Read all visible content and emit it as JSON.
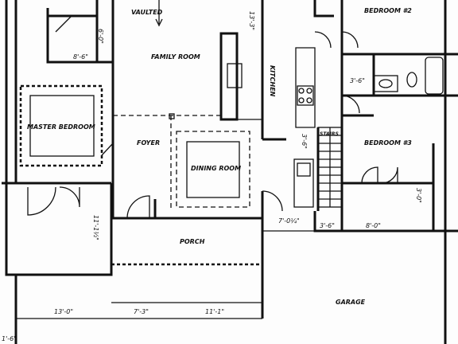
{
  "rooms": {
    "bedroom_2": "BEDROOM #2",
    "vaulted": "VAULTED",
    "family_room": "FAMILY ROOM",
    "kitchen": "KITCHEN",
    "master_bedroom": "MASTER BEDROOM",
    "foyer": "FOYER",
    "dining_room": "DINING ROOM",
    "bedroom_3": "BEDROOM #3",
    "stairs": "STAIRS",
    "porch": "PORCH",
    "garage": "GARAGE"
  },
  "dimensions": {
    "closet_width": "8'-6\"",
    "closet_depth": "6'-0\"",
    "family_depth": "13'-3\"",
    "bath_width": "3'-6\"",
    "pantry": "3'-6\"",
    "master_closet": "11'-1½\"",
    "garage_offset": "7'-0¼\"",
    "stair_landing": "3'-6\"",
    "garage_side": "8'-0\"",
    "bed3_closet": "3'-0\"",
    "front_left": "13'-0\"",
    "front_mid": "7'-3\"",
    "front_right": "11'-1\"",
    "bottom_left": "1'-6\""
  }
}
